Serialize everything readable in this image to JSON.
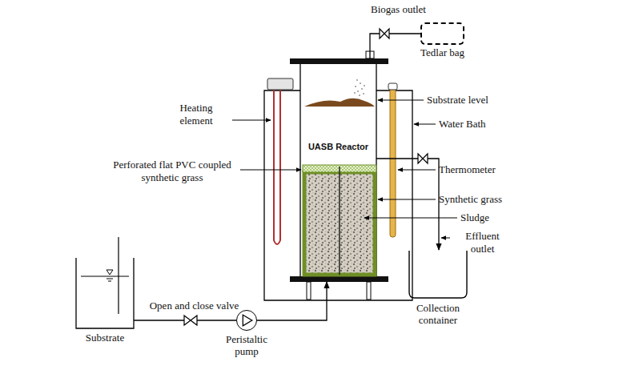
{
  "diagram": {
    "nodes": [
      {
        "text": [
          "Tedlar bag"
        ]
      },
      {
        "text": [
          "UASB Reactor"
        ]
      },
      {
        "text": [
          "Substrate"
        ]
      },
      {
        "text": [
          "Peristaltic pump"
        ]
      },
      {
        "text": [
          "Collection container"
        ]
      }
    ],
    "edges": [
      {
        "from": 2,
        "to": 3,
        "arrow": "none"
      },
      {
        "from": 3,
        "to": 1,
        "arrow": "to"
      },
      {
        "from": 1,
        "to": 0,
        "arrow": "none"
      },
      {
        "from": 1,
        "to": 4,
        "arrow": "to"
      }
    ],
    "labels": [
      "Biogas outlet",
      "Heating element",
      "Perforated flat PVC coupled synthetic grass",
      "Substrate level",
      "Water Bath",
      "Thermometer",
      "Synthetic grass",
      "Sludge",
      "Effluent outlet",
      "Open and close valve"
    ]
  }
}
